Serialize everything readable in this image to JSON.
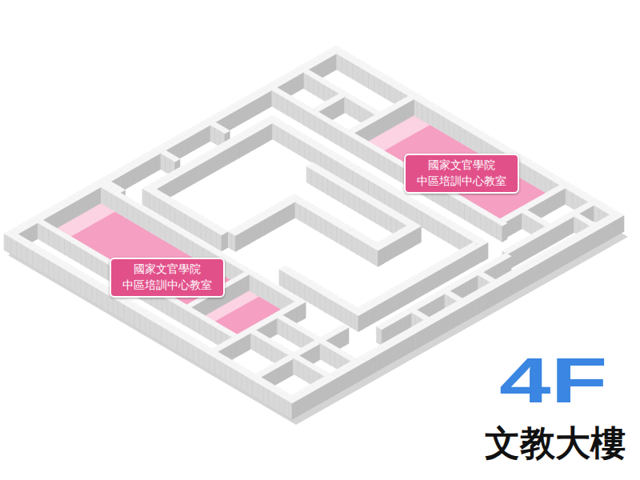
{
  "diagram": {
    "nodes": [
      {
        "text": [
          "國家文官學院 中區培訓中心教室"
        ]
      },
      {
        "text": [
          "國家文官學院 中區培訓中心教室"
        ]
      }
    ],
    "labels": [
      "4F",
      "文教大樓"
    ]
  }
}
